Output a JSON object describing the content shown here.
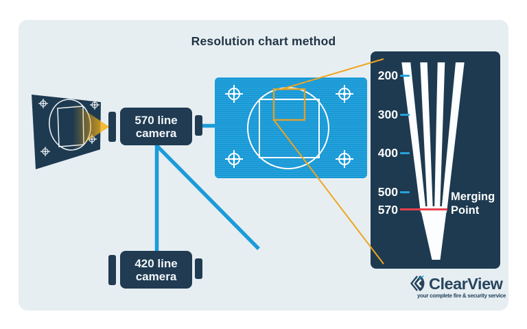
{
  "title": "Resolution chart method",
  "cameras": {
    "cam570": {
      "line1": "570 line",
      "line2": "camera"
    },
    "cam420": {
      "line1": "420 line",
      "line2": "camera"
    }
  },
  "zoom_panel": {
    "scale": [
      {
        "label": "200"
      },
      {
        "label": "300"
      },
      {
        "label": "400"
      },
      {
        "label": "500"
      },
      {
        "label": "570"
      }
    ],
    "merging": {
      "line1": "Merging",
      "line2": "Point"
    }
  },
  "logo": {
    "brand": "ClearView",
    "tagline": "your complete fire & security service"
  },
  "icons": {
    "crosshair": "crosshair-target",
    "logo_icon": "double-chevron-eye"
  },
  "colors": {
    "navy": "#1E3A50",
    "camera_navy": "#203B52",
    "bright_blue": "#1B9BD9",
    "chart_blue": "#1598D6",
    "panel_bg": "#E6EEF2",
    "orange": "#EFA51E",
    "cone_yellow": "#F6B410",
    "red": "#E8404D",
    "tick_blue": "#25A3DC",
    "white": "#FFFFFF"
  }
}
